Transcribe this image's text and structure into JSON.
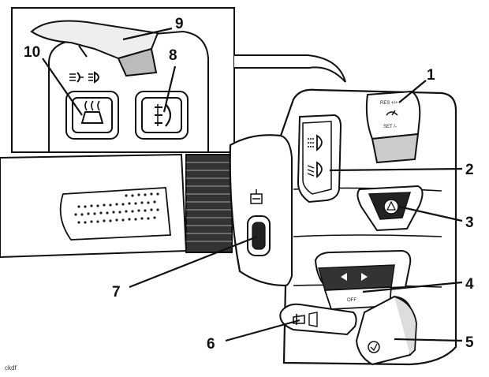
{
  "diagram": {
    "callouts": [
      "1",
      "2",
      "3",
      "4",
      "5",
      "6",
      "7",
      "8",
      "9",
      "10"
    ],
    "control_labels": {
      "cruise_res": "RES +/+",
      "cruise_set": "SET /-",
      "indicator_off": "OFF"
    },
    "image_code": "ckdf"
  },
  "icons": {
    "heated_grip": "heated-grip-icon",
    "fog_light": "fog-light-icon",
    "headlight_high": "high-beam-icon",
    "headlight_low": "low-beam-icon",
    "hazard": "hazard-icon",
    "horn": "horn-icon",
    "indicator": "turn-signal-icon",
    "start": "starter-icon",
    "cruise": "cruise-control-icon"
  }
}
